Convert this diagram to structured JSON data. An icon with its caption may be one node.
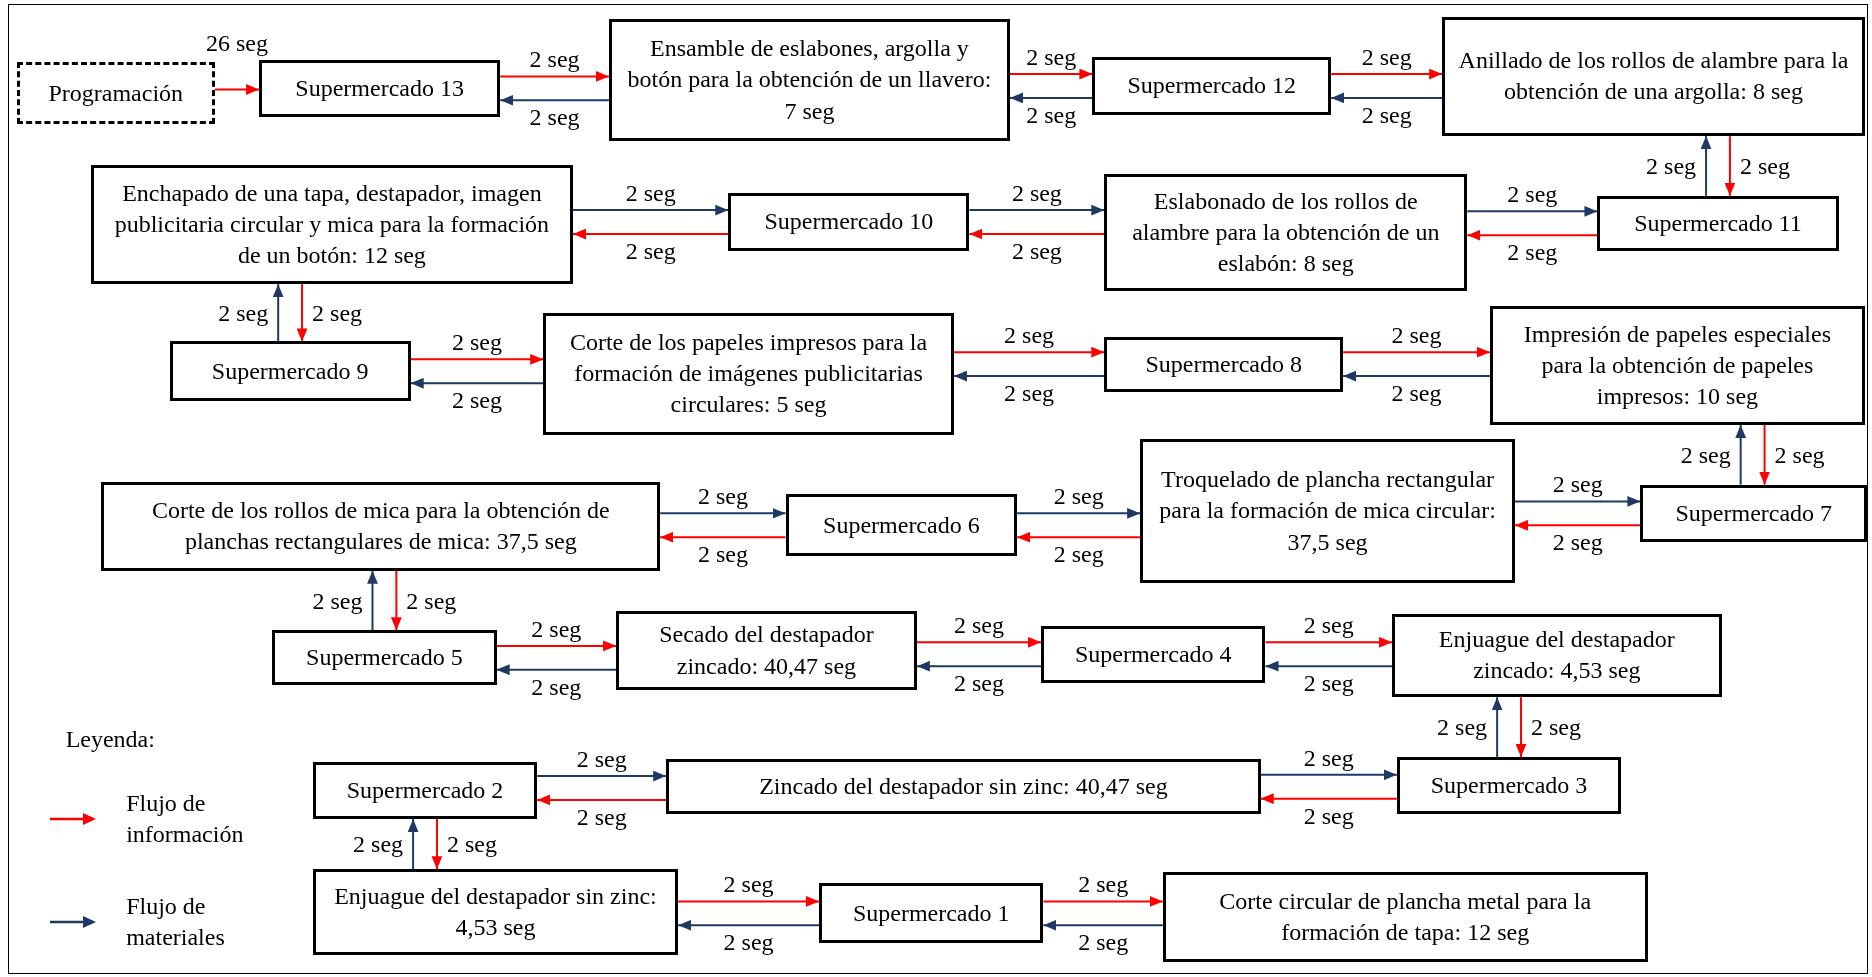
{
  "diagram": {
    "nodes": [
      {
        "text": [
          "Programación"
        ]
      },
      {
        "text": [
          "Supermercado 13"
        ]
      },
      {
        "text": [
          "Ensamble de eslabones, argolla y botón para la obtención de un llavero: 7 seg"
        ]
      },
      {
        "text": [
          "Supermercado 12"
        ]
      },
      {
        "text": [
          "Anillado de los rollos de alambre para la obtención de una argolla: 8 seg"
        ]
      },
      {
        "text": [
          "Enchapado de una tapa, destapador, imagen publicitaria circular y mica para la formación de un botón: 12 seg"
        ]
      },
      {
        "text": [
          "Supermercado 10"
        ]
      },
      {
        "text": [
          "Eslabonado de los rollos de alambre para la obtención de un eslabón: 8 seg"
        ]
      },
      {
        "text": [
          "Supermercado 11"
        ]
      },
      {
        "text": [
          "Supermercado 9"
        ]
      },
      {
        "text": [
          "Corte de los papeles impresos para la formación de imágenes publicitarias circulares: 5 seg"
        ]
      },
      {
        "text": [
          "Supermercado 8"
        ]
      },
      {
        "text": [
          "Impresión de papeles especiales para la obtención de papeles impresos: 10 seg"
        ]
      },
      {
        "text": [
          "Corte de los rollos de mica para la obtención de planchas rectangulares de mica: 37,5 seg"
        ]
      },
      {
        "text": [
          "Supermercado 6"
        ]
      },
      {
        "text": [
          "Troquelado de plancha rectangular para la formación de mica circular: 37,5 seg"
        ]
      },
      {
        "text": [
          "Supermercado 7"
        ]
      },
      {
        "text": [
          "Supermercado 5"
        ]
      },
      {
        "text": [
          "Secado del destapador zincado: 40,47 seg"
        ]
      },
      {
        "text": [
          "Supermercado 4"
        ]
      },
      {
        "text": [
          "Enjuague del destapador zincado: 4,53 seg"
        ]
      },
      {
        "text": [
          "Supermercado 2"
        ]
      },
      {
        "text": [
          "Zincado del destapador sin zinc: 40,47 seg"
        ]
      },
      {
        "text": [
          "Supermercado 3"
        ]
      },
      {
        "text": [
          "Enjuague del destapador sin zinc: 4,53 seg"
        ]
      },
      {
        "text": [
          "Supermercado 1"
        ]
      },
      {
        "text": [
          "Corte circular de plancha metal para la formación de tapa: 12 seg"
        ]
      }
    ],
    "edges": [
      {
        "from": 0,
        "to": 1,
        "arrow": "to",
        "label": "26 seg"
      },
      {
        "from": 1,
        "to": 2,
        "arrow": "to",
        "label": "2 seg"
      },
      {
        "from": 2,
        "to": 1,
        "arrow": "to",
        "label": "2 seg",
        "color": "#1f3864"
      },
      {
        "from": 2,
        "to": 3,
        "arrow": "to",
        "label": "2 seg"
      },
      {
        "from": 3,
        "to": 2,
        "arrow": "to",
        "label": "2 seg",
        "color": "#1f3864"
      },
      {
        "from": 3,
        "to": 4,
        "arrow": "to",
        "label": "2 seg"
      },
      {
        "from": 4,
        "to": 3,
        "arrow": "to",
        "label": "2 seg",
        "color": "#1f3864"
      },
      {
        "from": 8,
        "to": 4,
        "arrow": "to",
        "label": "2 seg",
        "color": "#1f3864"
      },
      {
        "from": 4,
        "to": 8,
        "arrow": "to",
        "label": "2 seg"
      },
      {
        "from": 5,
        "to": 6,
        "arrow": "to",
        "label": "2 seg",
        "color": "#1f3864"
      },
      {
        "from": 6,
        "to": 5,
        "arrow": "to",
        "label": "2 seg"
      },
      {
        "from": 6,
        "to": 7,
        "arrow": "to",
        "label": "2 seg",
        "color": "#1f3864"
      },
      {
        "from": 7,
        "to": 6,
        "arrow": "to",
        "label": "2 seg"
      },
      {
        "from": 7,
        "to": 8,
        "arrow": "to",
        "label": "2 seg",
        "color": "#1f3864"
      },
      {
        "from": 8,
        "to": 7,
        "arrow": "to",
        "label": "2 seg"
      },
      {
        "from": 9,
        "to": 5,
        "arrow": "to",
        "label": "2 seg",
        "color": "#1f3864"
      },
      {
        "from": 5,
        "to": 9,
        "arrow": "to",
        "label": "2 seg"
      },
      {
        "from": 9,
        "to": 10,
        "arrow": "to",
        "label": "2 seg"
      },
      {
        "from": 10,
        "to": 9,
        "arrow": "to",
        "label": "2 seg",
        "color": "#1f3864"
      },
      {
        "from": 10,
        "to": 11,
        "arrow": "to",
        "label": "2 seg"
      },
      {
        "from": 11,
        "to": 10,
        "arrow": "to",
        "label": "2 seg",
        "color": "#1f3864"
      },
      {
        "from": 11,
        "to": 12,
        "arrow": "to",
        "label": "2 seg"
      },
      {
        "from": 12,
        "to": 11,
        "arrow": "to",
        "label": "2 seg",
        "color": "#1f3864"
      },
      {
        "from": 16,
        "to": 12,
        "arrow": "to",
        "label": "2 seg",
        "color": "#1f3864"
      },
      {
        "from": 12,
        "to": 16,
        "arrow": "to",
        "label": "2 seg"
      },
      {
        "from": 13,
        "to": 14,
        "arrow": "to",
        "label": "2 seg",
        "color": "#1f3864"
      },
      {
        "from": 14,
        "to": 13,
        "arrow": "to",
        "label": "2 seg"
      },
      {
        "from": 14,
        "to": 15,
        "arrow": "to",
        "label": "2 seg",
        "color": "#1f3864"
      },
      {
        "from": 15,
        "to": 14,
        "arrow": "to",
        "label": "2 seg"
      },
      {
        "from": 15,
        "to": 16,
        "arrow": "to",
        "label": "2 seg",
        "color": "#1f3864"
      },
      {
        "from": 16,
        "to": 15,
        "arrow": "to",
        "label": "2 seg"
      },
      {
        "from": 17,
        "to": 13,
        "arrow": "to",
        "label": "2 seg",
        "color": "#1f3864"
      },
      {
        "from": 13,
        "to": 17,
        "arrow": "to",
        "label": "2 seg"
      },
      {
        "from": 17,
        "to": 18,
        "arrow": "to",
        "label": "2 seg"
      },
      {
        "from": 18,
        "to": 17,
        "arrow": "to",
        "label": "2 seg",
        "color": "#1f3864"
      },
      {
        "from": 18,
        "to": 19,
        "arrow": "to",
        "label": "2 seg"
      },
      {
        "from": 19,
        "to": 18,
        "arrow": "to",
        "label": "2 seg",
        "color": "#1f3864"
      },
      {
        "from": 19,
        "to": 20,
        "arrow": "to",
        "label": "2 seg"
      },
      {
        "from": 20,
        "to": 19,
        "arrow": "to",
        "label": "2 seg",
        "color": "#1f3864"
      },
      {
        "from": 23,
        "to": 20,
        "arrow": "to",
        "label": "2 seg",
        "color": "#1f3864"
      },
      {
        "from": 20,
        "to": 23,
        "arrow": "to",
        "label": "2 seg"
      },
      {
        "from": 21,
        "to": 22,
        "arrow": "to",
        "label": "2 seg",
        "color": "#1f3864"
      },
      {
        "from": 22,
        "to": 21,
        "arrow": "to",
        "label": "2 seg"
      },
      {
        "from": 22,
        "to": 23,
        "arrow": "to",
        "label": "2 seg",
        "color": "#1f3864"
      },
      {
        "from": 23,
        "to": 22,
        "arrow": "to",
        "label": "2 seg"
      },
      {
        "from": 24,
        "to": 21,
        "arrow": "to",
        "label": "2 seg",
        "color": "#1f3864"
      },
      {
        "from": 21,
        "to": 24,
        "arrow": "to",
        "label": "2 seg"
      },
      {
        "from": 24,
        "to": 25,
        "arrow": "to",
        "label": "2 seg"
      },
      {
        "from": 25,
        "to": 24,
        "arrow": "to",
        "label": "2 seg",
        "color": "#1f3864"
      },
      {
        "from": 25,
        "to": 26,
        "arrow": "to",
        "label": "2 seg"
      },
      {
        "from": 26,
        "to": 25,
        "arrow": "to",
        "label": "2 seg",
        "color": "#1f3864"
      }
    ],
    "labels": [
      "Leyenda:"
    ],
    "legend": [
      {
        "text": "Flujo de información",
        "color": "#ff0000"
      },
      {
        "text": "Flujo de materiales",
        "color": "#1f3864"
      }
    ]
  }
}
